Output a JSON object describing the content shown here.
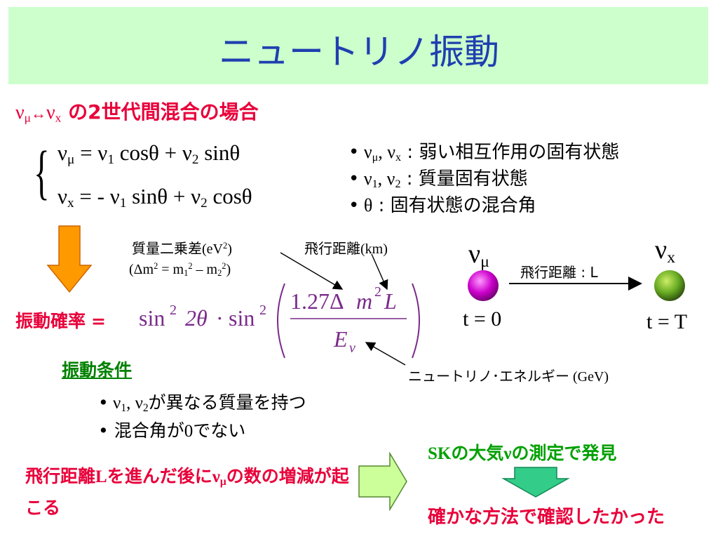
{
  "title": "ニュートリノ振動",
  "subtitle": {
    "nu": "ν",
    "mu": "μ",
    "arrow": "↔",
    "x": "x",
    "text": "の2世代間混合の場合"
  },
  "equations": {
    "eq1": {
      "nu_mu": "ν",
      "sub_mu": "μ",
      "rhs1": " = ν",
      "sub1": "1",
      "mid": " cosθ + ν",
      "sub2": "2",
      "end": " sinθ"
    },
    "eq2": {
      "nu_x": "ν",
      "sub_x": "x",
      "rhs1": " = - ν",
      "sub1": "1",
      "mid": " sinθ + ν",
      "sub2": "2",
      "end": " cosθ"
    }
  },
  "bullets": [
    {
      "mark": "•",
      "sym1": " ν",
      "sub1": "μ",
      "sep": ", ν",
      "sub2": "x",
      "text": " : 弱い相互作用の固有状態"
    },
    {
      "mark": "•",
      "sym1": " ν",
      "sub1": "1",
      "sep": ", ν",
      "sub2": "2",
      "text": " : 質量固有状態"
    },
    {
      "mark": "•",
      "sym1": " θ",
      "text": " : 固有状態の混合角"
    }
  ],
  "labels": {
    "mass_diff": "質量二乗差",
    "mass_unit": "(eV",
    "mass_unit_sup": "2",
    "mass_unit_end": ")",
    "mass_def_open": "(Δm",
    "mass_def_sup1": "2",
    "mass_def_mid": " = m",
    "mass_def_sub1": "1",
    "mass_def_sup2": "2",
    "mass_def_minus": " – m",
    "mass_def_sub2": "2",
    "mass_def_sup3": "2",
    "mass_def_close": ")",
    "distance": "飛行距離",
    "distance_unit": "(km)",
    "energy": "ニュートリノ･エネルギー",
    "energy_unit": " (GeV)"
  },
  "oscillation": {
    "label": "振動確率",
    "equals": "=",
    "sin2": "sin",
    "sq": "2",
    "two_theta": "2θ",
    "dot": "·",
    "sin2b": "sin",
    "numerator_coef": "1.27Δ",
    "m": "m",
    "L": "L",
    "denominator_E": "E",
    "nu_sub": "ν"
  },
  "diagram": {
    "nu_mu": "ν",
    "nu_mu_sub": "μ",
    "nu_x": "ν",
    "nu_x_sub": "x",
    "arrow_label": "飛行距離 : L",
    "t_start": "t = 0",
    "t_end": "t = T",
    "colors": {
      "nu_mu_ball": "#cc00cc",
      "nu_x_ball": "#66aa22"
    }
  },
  "conditions": {
    "heading": "振動条件",
    "items": [
      {
        "mark": "•",
        "sym": " ν",
        "sub1": "1",
        "sep": ", ν",
        "sub2": "2",
        "text": "が異なる質量を持つ"
      },
      {
        "mark": "•",
        "pre": " 混合角が",
        "zero": "0",
        "text": "でない"
      }
    ]
  },
  "bottom": {
    "left_pre": "飛行距離",
    "left_L": "L",
    "left_mid": "を進んだ後に",
    "left_nu": "ν",
    "left_mu": "μ",
    "left_post": "の数の増減が起こる",
    "sk_pre": "SK",
    "sk_mid": "の大気",
    "sk_nu": "ν",
    "sk_post": "の測定で発見",
    "conclusion": "確かな方法で確認したかった"
  },
  "colors": {
    "title": "#1f3fb0",
    "title_bg": "#ccffcc",
    "red": "#e8003a",
    "green": "#008000",
    "formula": "#7a2a8a",
    "orange_arrow": "#ff9900",
    "green_arrow": "#33cc88"
  }
}
